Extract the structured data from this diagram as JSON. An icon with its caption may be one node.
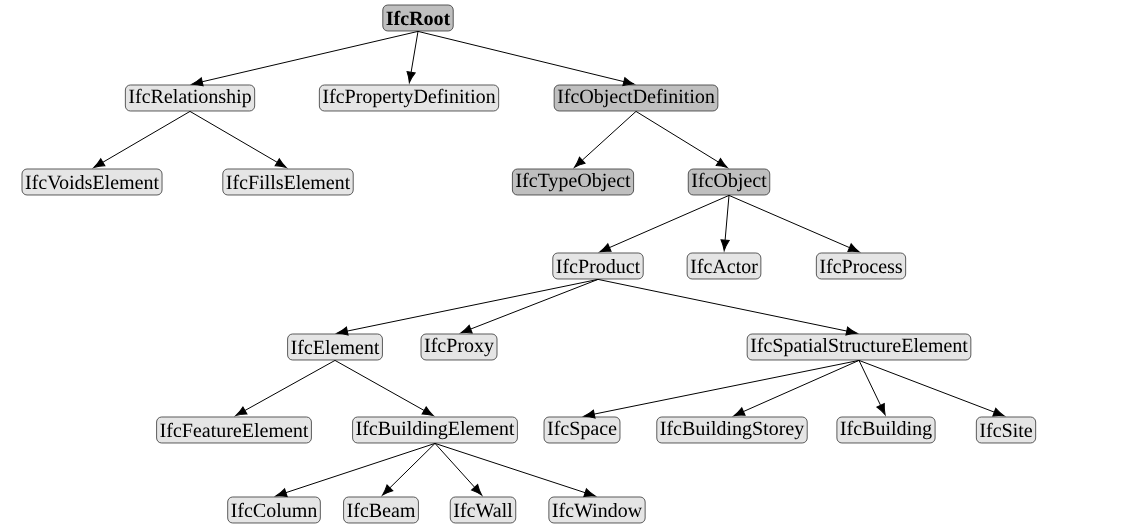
{
  "diagram": {
    "nodes": [
      {
        "text": [
          "IfcRoot"
        ]
      },
      {
        "text": [
          "IfcRelationship"
        ]
      },
      {
        "text": [
          "IfcPropertyDefinition"
        ]
      },
      {
        "text": [
          "IfcObjectDefinition"
        ]
      },
      {
        "text": [
          "IfcVoidsElement"
        ]
      },
      {
        "text": [
          "IfcFillsElement"
        ]
      },
      {
        "text": [
          "IfcTypeObject"
        ]
      },
      {
        "text": [
          "IfcObject"
        ]
      },
      {
        "text": [
          "IfcProduct"
        ]
      },
      {
        "text": [
          "IfcActor"
        ]
      },
      {
        "text": [
          "IfcProcess"
        ]
      },
      {
        "text": [
          "IfcElement"
        ]
      },
      {
        "text": [
          "IfcProxy"
        ]
      },
      {
        "text": [
          "IfcSpatialStructureElement"
        ]
      },
      {
        "text": [
          "IfcFeatureElement"
        ]
      },
      {
        "text": [
          "IfcBuildingElement"
        ]
      },
      {
        "text": [
          "IfcSpace"
        ]
      },
      {
        "text": [
          "IfcBuildingStorey"
        ]
      },
      {
        "text": [
          "IfcBuilding"
        ]
      },
      {
        "text": [
          "IfcSite"
        ]
      },
      {
        "text": [
          "IfcColumn"
        ]
      },
      {
        "text": [
          "IfcBeam"
        ]
      },
      {
        "text": [
          "IfcWall"
        ]
      },
      {
        "text": [
          "IfcWindow"
        ]
      }
    ],
    "edges": [
      {
        "from": 0,
        "to": 1,
        "arrow": "to"
      },
      {
        "from": 0,
        "to": 2,
        "arrow": "to"
      },
      {
        "from": 0,
        "to": 3,
        "arrow": "to"
      },
      {
        "from": 1,
        "to": 4,
        "arrow": "to"
      },
      {
        "from": 1,
        "to": 5,
        "arrow": "to"
      },
      {
        "from": 3,
        "to": 6,
        "arrow": "to"
      },
      {
        "from": 3,
        "to": 7,
        "arrow": "to"
      },
      {
        "from": 7,
        "to": 8,
        "arrow": "to"
      },
      {
        "from": 7,
        "to": 9,
        "arrow": "to"
      },
      {
        "from": 7,
        "to": 10,
        "arrow": "to"
      },
      {
        "from": 8,
        "to": 11,
        "arrow": "to"
      },
      {
        "from": 8,
        "to": 12,
        "arrow": "to"
      },
      {
        "from": 8,
        "to": 13,
        "arrow": "to"
      },
      {
        "from": 11,
        "to": 14,
        "arrow": "to"
      },
      {
        "from": 11,
        "to": 15,
        "arrow": "to"
      },
      {
        "from": 13,
        "to": 16,
        "arrow": "to"
      },
      {
        "from": 13,
        "to": 17,
        "arrow": "to"
      },
      {
        "from": 13,
        "to": 18,
        "arrow": "to"
      },
      {
        "from": 13,
        "to": 19,
        "arrow": "to"
      },
      {
        "from": 15,
        "to": 20,
        "arrow": "to"
      },
      {
        "from": 15,
        "to": 21,
        "arrow": "to"
      },
      {
        "from": 15,
        "to": 22,
        "arrow": "to"
      },
      {
        "from": 15,
        "to": 23,
        "arrow": "to"
      }
    ]
  }
}
